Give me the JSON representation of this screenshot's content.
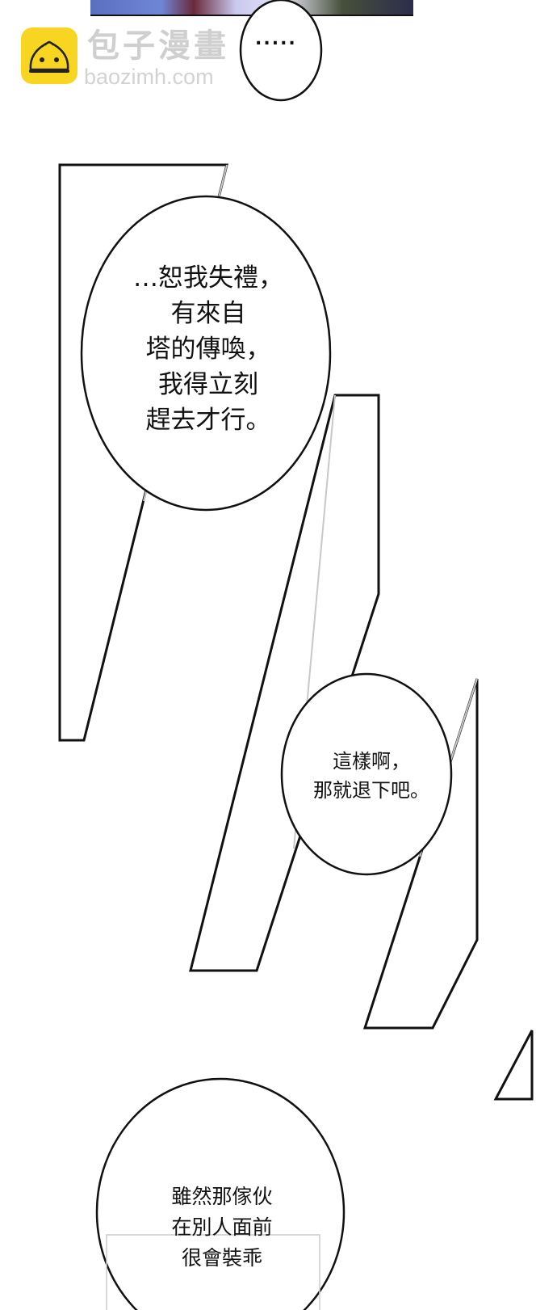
{
  "watermark": {
    "title": "包子漫畫",
    "url": "baozimh.com",
    "logo_color": "#f7d520"
  },
  "panels": {
    "top_strip": {
      "description": "partial color illustration panel",
      "border_color": "#111111"
    }
  },
  "bubbles": [
    {
      "id": "ellipsis",
      "lines": [
        "....."
      ]
    },
    {
      "id": "excuse",
      "lines": [
        "…恕我失禮，",
        "有來自",
        "塔的傳喚，",
        "我得立刻",
        "趕去才行。"
      ]
    },
    {
      "id": "reply",
      "lines": [
        "這樣啊，",
        "那就退下吧。"
      ]
    },
    {
      "id": "although",
      "lines": [
        "雖然那傢伙",
        "在別人面前",
        "很會裝乖"
      ]
    }
  ],
  "colors": {
    "ink": "#111111",
    "background": "#ffffff",
    "speed_line": "#c8c8c8"
  }
}
